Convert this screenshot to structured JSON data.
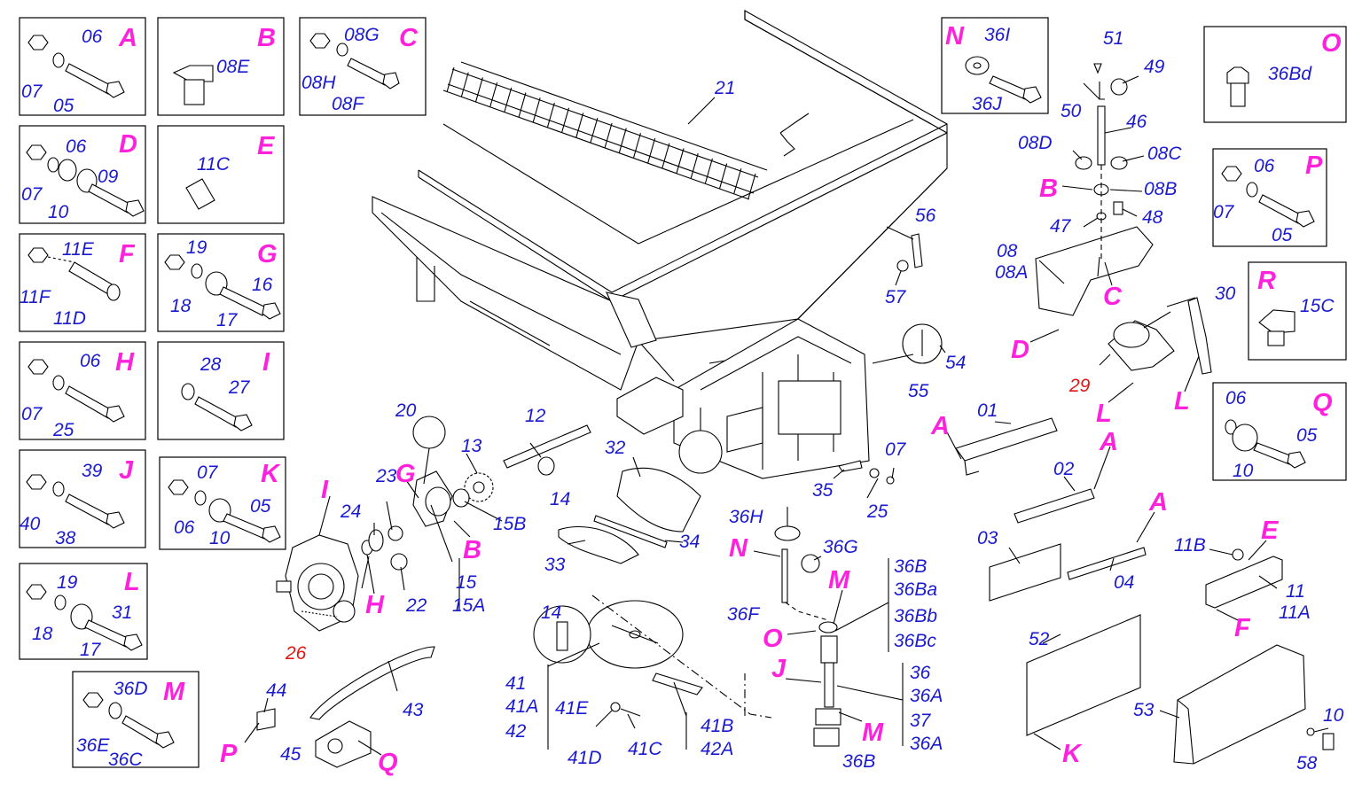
{
  "boxes": [
    {
      "key": "A",
      "labels": [
        "06",
        "07",
        "05"
      ]
    },
    {
      "key": "B",
      "labels": [
        "08E"
      ]
    },
    {
      "key": "C",
      "labels": [
        "08G",
        "08H",
        "08F"
      ]
    },
    {
      "key": "D",
      "labels": [
        "06",
        "07",
        "10",
        "09"
      ]
    },
    {
      "key": "E",
      "labels": [
        "11C"
      ]
    },
    {
      "key": "F",
      "labels": [
        "11E",
        "11F",
        "11D"
      ]
    },
    {
      "key": "G",
      "labels": [
        "19",
        "18",
        "17",
        "16"
      ]
    },
    {
      "key": "H",
      "labels": [
        "06",
        "07",
        "25"
      ]
    },
    {
      "key": "I",
      "labels": [
        "28",
        "27"
      ]
    },
    {
      "key": "J",
      "labels": [
        "39",
        "40",
        "38"
      ]
    },
    {
      "key": "K",
      "labels": [
        "07",
        "06",
        "10",
        "05"
      ]
    },
    {
      "key": "L",
      "labels": [
        "19",
        "18",
        "17",
        "31"
      ]
    },
    {
      "key": "M",
      "labels": [
        "36D",
        "36E",
        "36C"
      ]
    },
    {
      "key": "N",
      "labels": [
        "36I",
        "36J"
      ]
    },
    {
      "key": "O",
      "labels": [
        "36Bd"
      ]
    },
    {
      "key": "P",
      "labels": [
        "06",
        "07",
        "05"
      ]
    },
    {
      "key": "R",
      "labels": [
        "15C"
      ]
    },
    {
      "key": "Q",
      "labels": [
        "06",
        "10",
        "05"
      ]
    }
  ],
  "callouts": {
    "c21": "21",
    "c12": "12",
    "c13": "13",
    "c14a": "14",
    "c15b": "15B",
    "c20": "20",
    "c23": "23",
    "c24": "24",
    "c22": "22",
    "c15": "15",
    "c15a": "15A",
    "c26": "26",
    "c32": "32",
    "c33": "33",
    "c34": "34",
    "c35": "35",
    "c25": "25",
    "c07": "07",
    "c36h": "36H",
    "c36g": "36G",
    "c36f": "36F",
    "c36b": "36B",
    "c36ba": "36Ba",
    "c36bb": "36Bb",
    "c36bc": "36Bc",
    "c36": "36",
    "c36a1": "36A",
    "c37": "37",
    "c36a2": "36A",
    "c36b2": "36B",
    "c14b": "14",
    "c41": "41",
    "c41a": "41A",
    "c42": "42",
    "c41e": "41E",
    "c41d": "41D",
    "c41c": "41C",
    "c41b": "41B",
    "c42a": "42A",
    "c43": "43",
    "c44": "44",
    "c45": "45",
    "c56": "56",
    "c57": "57",
    "c54": "54",
    "c55": "55",
    "c51": "51",
    "c49": "49",
    "c50": "50",
    "c46": "46",
    "c08d": "08D",
    "c08c": "08C",
    "c08b": "08B",
    "c47": "47",
    "c48": "48",
    "c08": "08",
    "c08a": "08A",
    "c29": "29",
    "c30": "30",
    "c01": "01",
    "c02": "02",
    "c03": "03",
    "c04": "04",
    "c11b": "11B",
    "c11": "11",
    "c11a": "11A",
    "c52": "52",
    "c53": "53",
    "c10": "10",
    "c58": "58"
  },
  "keys": {
    "kG": "G",
    "kB": "B",
    "kI": "I",
    "kH": "H",
    "kN": "N",
    "kM1": "M",
    "kO": "O",
    "kJ": "J",
    "kM2": "M",
    "kP": "P",
    "kQ": "Q",
    "kB2": "B",
    "kC": "C",
    "kD": "D",
    "kL1": "L",
    "kL2": "L",
    "kA1": "A",
    "kA2": "A",
    "kA3": "A",
    "kE": "E",
    "kF": "F",
    "kK": "K"
  },
  "colors": {
    "label": "#1a1ad0",
    "key": "#ff22dd",
    "highlight": "#e01818"
  }
}
